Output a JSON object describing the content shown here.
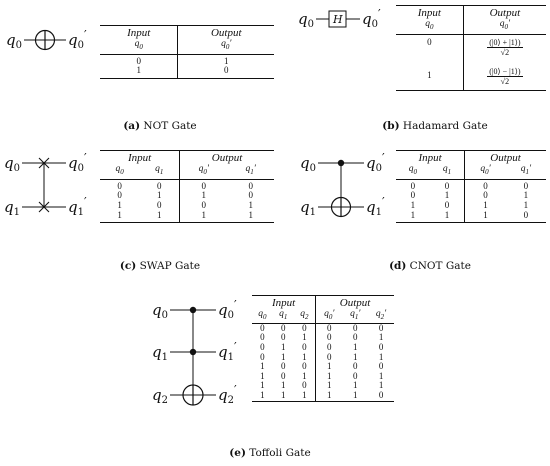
{
  "panels": [
    {
      "id": "a",
      "caption_letter": "(a)",
      "caption_text": " NOT Gate",
      "input_header": "Input",
      "output_header": "Output",
      "input_vars": [
        "q0"
      ],
      "output_vars": [
        "q0′"
      ],
      "rows": [
        [
          "0",
          "1"
        ],
        [
          "1",
          "0"
        ]
      ]
    },
    {
      "id": "b",
      "caption_letter": "(b)",
      "caption_text": " Hadamard Gate",
      "input_header": "Input",
      "output_header": "Output",
      "input_vars": [
        "q0"
      ],
      "output_vars": [
        "q0′"
      ],
      "gate_label": "H",
      "rows": [
        {
          "in": "0",
          "num": "(|0⟩ + |1⟩)",
          "den": "√2"
        },
        {
          "in": "1",
          "num": "(|0⟩ − |1⟩)",
          "den": "√2"
        }
      ]
    },
    {
      "id": "c",
      "caption_letter": "(c)",
      "caption_text": " SWAP Gate",
      "input_header": "Input",
      "output_header": "Output",
      "input_vars": [
        "q0",
        "q1"
      ],
      "output_vars": [
        "q0′",
        "q1′"
      ],
      "rows": [
        [
          "0",
          "0",
          "0",
          "0"
        ],
        [
          "0",
          "1",
          "1",
          "0"
        ],
        [
          "1",
          "0",
          "0",
          "1"
        ],
        [
          "1",
          "1",
          "1",
          "1"
        ]
      ]
    },
    {
      "id": "d",
      "caption_letter": "(d)",
      "caption_text": " CNOT Gate",
      "input_header": "Input",
      "output_header": "Output",
      "input_vars": [
        "q0",
        "q1"
      ],
      "output_vars": [
        "q0′",
        "q1′"
      ],
      "rows": [
        [
          "0",
          "0",
          "0",
          "0"
        ],
        [
          "0",
          "1",
          "0",
          "1"
        ],
        [
          "1",
          "0",
          "1",
          "1"
        ],
        [
          "1",
          "1",
          "1",
          "0"
        ]
      ]
    },
    {
      "id": "e",
      "caption_letter": "(e)",
      "caption_text": " Toffoli Gate",
      "input_header": "Input",
      "output_header": "Output",
      "input_vars": [
        "q0",
        "q1",
        "q2"
      ],
      "output_vars": [
        "q0′",
        "q1′",
        "q2′"
      ],
      "rows": [
        [
          "0",
          "0",
          "0",
          "0",
          "0",
          "0"
        ],
        [
          "0",
          "0",
          "1",
          "0",
          "0",
          "1"
        ],
        [
          "0",
          "1",
          "0",
          "0",
          "1",
          "0"
        ],
        [
          "0",
          "1",
          "1",
          "0",
          "1",
          "1"
        ],
        [
          "1",
          "0",
          "0",
          "1",
          "0",
          "0"
        ],
        [
          "1",
          "0",
          "1",
          "1",
          "0",
          "1"
        ],
        [
          "1",
          "1",
          "0",
          "1",
          "1",
          "1"
        ],
        [
          "1",
          "1",
          "1",
          "1",
          "1",
          "0"
        ]
      ]
    }
  ],
  "wire_labels": {
    "a_in": "q0",
    "a_out": "q0′",
    "b_in": "q0",
    "b_out": "q0′",
    "c_in0": "q0",
    "c_out0": "q0′",
    "c_in1": "q1",
    "c_out1": "q1′",
    "d_in0": "q0",
    "d_out0": "q0′",
    "d_in1": "q1",
    "d_out1": "q1′",
    "e_in0": "q0",
    "e_out0": "q0′",
    "e_in1": "q1",
    "e_out1": "q1′",
    "e_in2": "q2",
    "e_out2": "q2′"
  }
}
